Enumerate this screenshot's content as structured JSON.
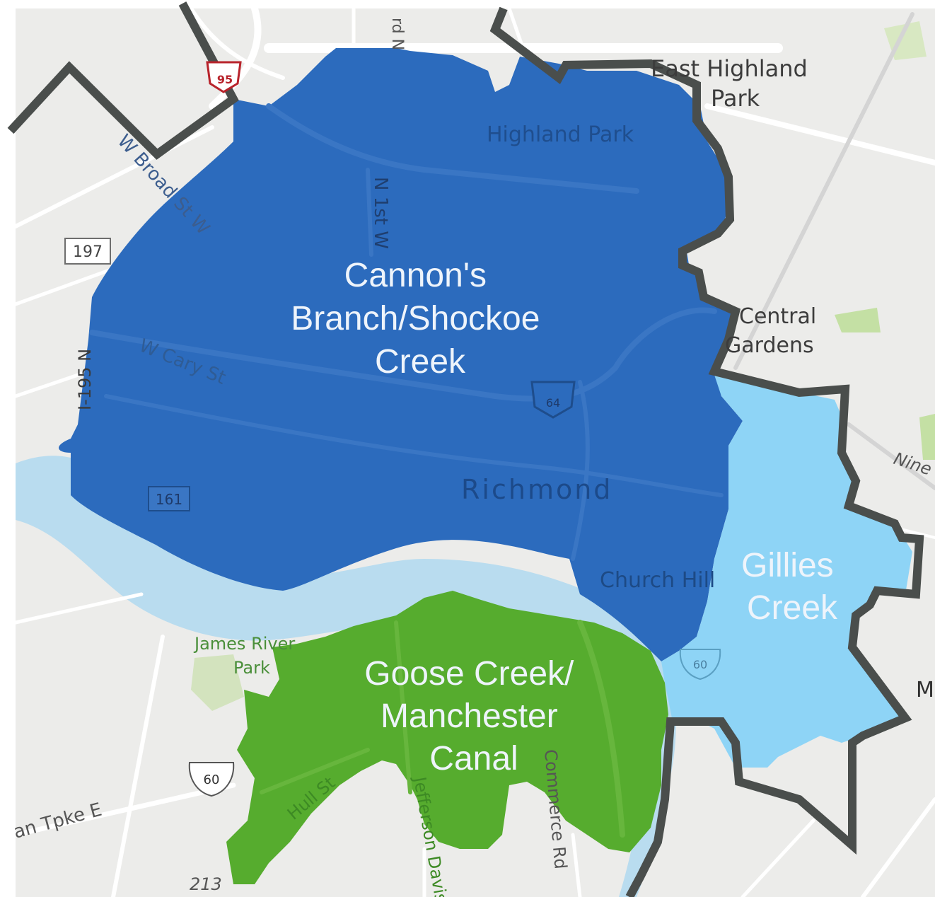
{
  "colors": {
    "land": "#ececea",
    "water": "#b9dcef",
    "road": "#ffffff",
    "road_major": "#d6d6d6",
    "park": "#c4e0a4",
    "boundary": "#4a4e4c",
    "cannons_fill": "#2c6bbd",
    "gillies_fill": "#8ed4f6",
    "goose_fill": "#56ac2e"
  },
  "watersheds": [
    {
      "name_lines": [
        "Cannon's",
        "Branch/Shockoe",
        "Creek"
      ],
      "color_key": "cannons_fill"
    },
    {
      "name_lines": [
        "Gillies",
        "Creek"
      ],
      "color_key": "gillies_fill"
    },
    {
      "name_lines": [
        "Goose Creek/",
        "Manchester",
        "Canal"
      ],
      "color_key": "goose_fill"
    }
  ],
  "place_labels": {
    "east_highland_park": [
      "East Highland",
      "Park"
    ],
    "highland_park": "Highland Park",
    "richmond": "Richmond",
    "church_hill": "Church Hill",
    "central_gardens": [
      "Central",
      "Gardens"
    ],
    "james_river_park": [
      "James River",
      "Park"
    ]
  },
  "street_labels": {
    "w_broad_st": "W Broad St W",
    "n_1st_st": "N 1st W",
    "w_cary_st": "W Cary St",
    "n_195": "I-195 N",
    "hull_st": "Hull St",
    "jefferson_davis": "Jefferson Davis",
    "commerce_rd": "Commerce Rd",
    "midlothian_tpke": "an Tpke E",
    "nine_mile": "Nine",
    "route_213": "213",
    "cut_m": "M",
    "cut_top": "rd N"
  },
  "shields": {
    "i95": "95",
    "i64": "64",
    "us60_west": "60",
    "us60_east": "60",
    "sr197": "197",
    "sr161": "161"
  }
}
